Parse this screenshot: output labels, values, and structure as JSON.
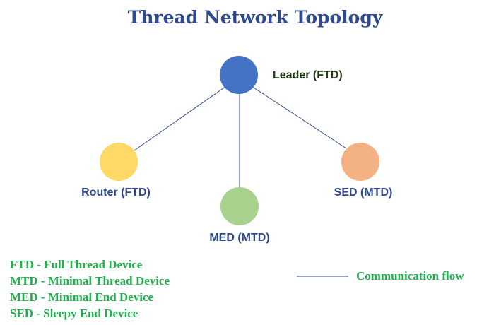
{
  "title": "Thread Network Topology",
  "colors": {
    "title": "#2E4A8C",
    "edge": "#2F4B8C",
    "legend_text": "#22B04C",
    "leader_label": "#1E3A12",
    "node_label": "#2E4A8C"
  },
  "nodes": [
    {
      "id": "leader",
      "label": "Leader (FTD)",
      "fill": "#4472C4",
      "label_color": "#1E3A12"
    },
    {
      "id": "router",
      "label": "Router (FTD)",
      "fill": "#FFD966",
      "label_color": "#2E4A8C"
    },
    {
      "id": "med",
      "label": "MED (MTD)",
      "fill": "#A9D18E",
      "label_color": "#2E4A8C"
    },
    {
      "id": "sed",
      "label": "SED (MTD)",
      "fill": "#F4B183",
      "label_color": "#2E4A8C"
    }
  ],
  "edges": [
    {
      "from": "leader",
      "to": "router"
    },
    {
      "from": "leader",
      "to": "med"
    },
    {
      "from": "leader",
      "to": "sed"
    }
  ],
  "legend": {
    "abbreviations": [
      "FTD - Full Thread Device",
      "MTD - Minimal Thread Device",
      "MED - Minimal End Device",
      "SED - Sleepy End Device"
    ],
    "line_label": "Communication flow"
  }
}
